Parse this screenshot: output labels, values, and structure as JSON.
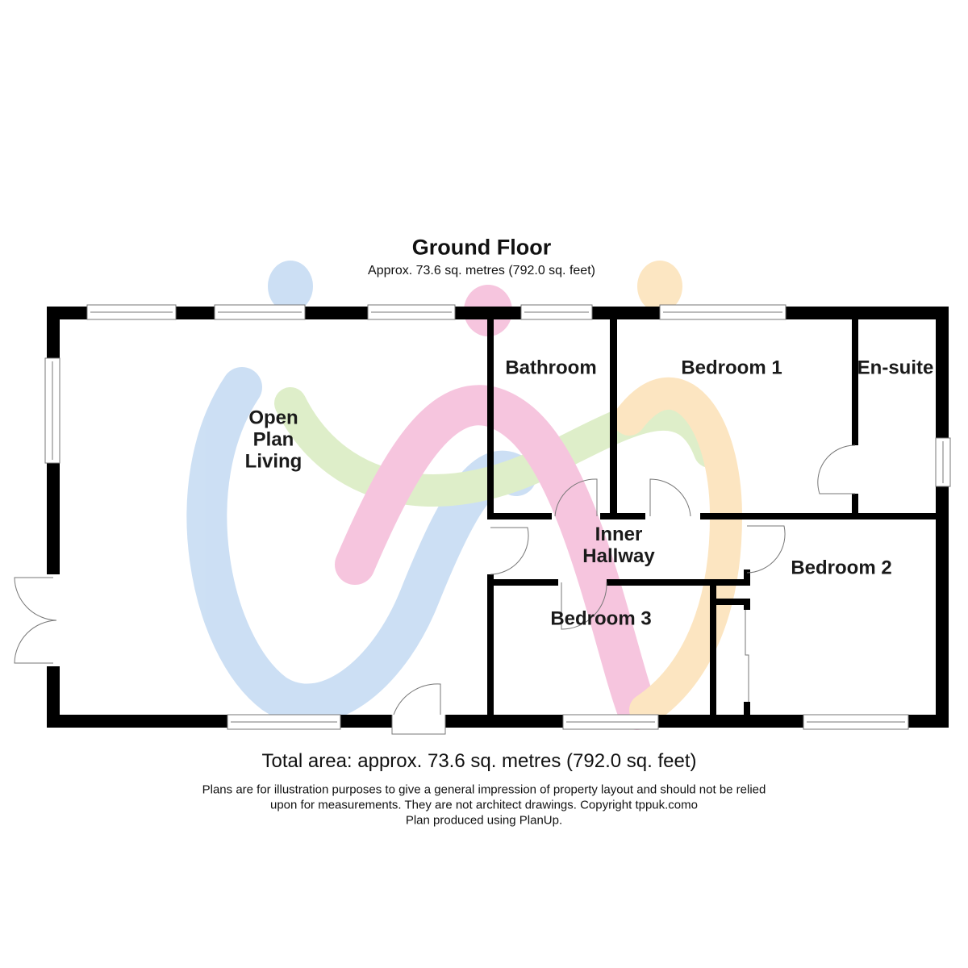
{
  "header": {
    "title": "Ground Floor",
    "subtitle": "Approx. 73.6 sq. metres (792.0 sq. feet)"
  },
  "rooms": {
    "open_plan": [
      "Open",
      "Plan",
      "Living"
    ],
    "bathroom": "Bathroom",
    "bedroom1": "Bedroom 1",
    "ensuite": "En-suite",
    "hallway": [
      "Inner",
      "Hallway"
    ],
    "bedroom2": "Bedroom 2",
    "bedroom3": "Bedroom 3"
  },
  "footer": {
    "total": "Total area: approx. 73.6 sq. metres (792.0 sq. feet)",
    "disclaimer": [
      "Plans are for illustration purposes to give a general impression of property layout and should not be relied",
      "upon for measurements. They are not architect drawings.  Copyright tppuk.como",
      "Plan produced using PlanUp."
    ]
  },
  "colors": {
    "wall": "#000000",
    "watermark_blue": "#4a90d9",
    "watermark_pink": "#e0338c",
    "watermark_orange": "#f5a623",
    "watermark_green": "#8dc63f"
  }
}
